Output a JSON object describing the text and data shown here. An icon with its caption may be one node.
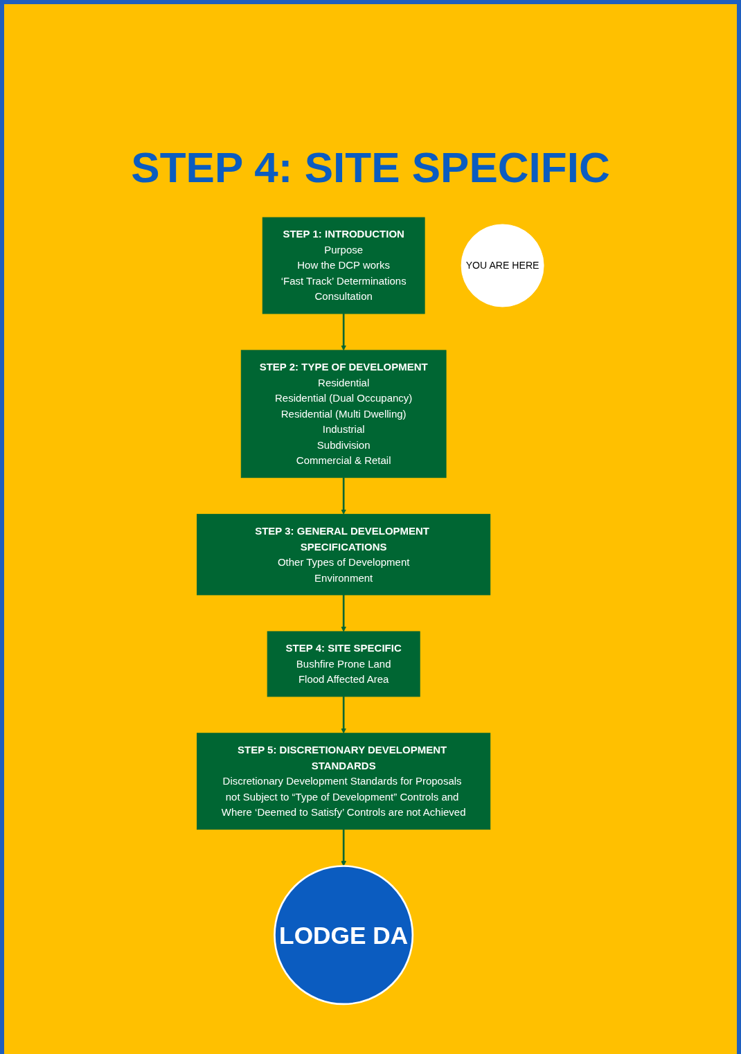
{
  "diagram": {
    "title": "STEP 4: SITE SPECIFIC",
    "nodes": [
      {
        "text": [
          "STEP 1: INTRODUCTION",
          "Purpose",
          "How the DCP works",
          "‘Fast Track’ Determinations",
          "Consultation"
        ]
      },
      {
        "text": [
          "STEP 2: TYPE OF DEVELOPMENT",
          "Residential",
          "Residential (Dual Occupancy)",
          "Residential (Multi Dwelling)",
          "Industrial",
          "Subdivision",
          "Commercial & Retail"
        ]
      },
      {
        "text": [
          "STEP 3: GENERAL DEVELOPMENT SPECIFICATIONS",
          "Other Types of Development",
          "Environment"
        ]
      },
      {
        "text": [
          "STEP 4: SITE SPECIFIC",
          "Bushfire Prone Land",
          "Flood Affected Area"
        ]
      },
      {
        "text": [
          "YOU ARE HERE"
        ]
      },
      {
        "text": [
          "STEP 5: DISCRETIONARY DEVELOPMENT STANDARDS",
          "Discretionary Development Standards for Proposals not Subject to “Type of Development” Controls and Where ‘Deemed to Satisfy’ Controls are not Achieved"
        ]
      },
      {
        "text": [
          "LODGE DA"
        ]
      }
    ],
    "edges": [
      {
        "from": 0,
        "to": 1,
        "arrow": "to"
      },
      {
        "from": 1,
        "to": 2,
        "arrow": "to"
      },
      {
        "from": 2,
        "to": 3,
        "arrow": "to"
      },
      {
        "from": 3,
        "to": 5,
        "arrow": "to"
      },
      {
        "from": 5,
        "to": 6,
        "arrow": "to"
      }
    ]
  }
}
